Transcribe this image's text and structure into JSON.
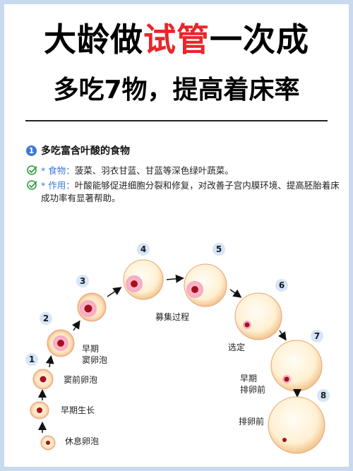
{
  "header": {
    "title_part1": "大龄做",
    "title_highlight": "试管",
    "title_part2": "一次成",
    "subtitle": "多吃7物，提高着床率"
  },
  "section": {
    "number": "1",
    "heading": "多吃富含叶酸的食物",
    "bullets": [
      {
        "tag": "* 食物：",
        "text": "菠菜、羽衣甘蓝、甘蓝等深色绿叶蔬菜。"
      },
      {
        "tag": "* 作用：",
        "text_line1": "叶酸能够促进细胞分裂和修复，对改善子宫内膜环境、提高胚胎着床",
        "text_line2": "成功率有显著帮助。"
      }
    ]
  },
  "diagram": {
    "stages": [
      "1",
      "2",
      "3",
      "4",
      "5",
      "6",
      "7",
      "8"
    ],
    "labels": {
      "resting": "休息卵泡",
      "early_growth": "早期生长",
      "preantral": "窦前卵泡",
      "early_antral_1": "早期",
      "early_antral_2": "窦卵泡",
      "recruitment": "募集过程",
      "selection": "选定",
      "preovulatory_early_1": "早期",
      "preovulatory_early_2": "排卵前",
      "preovulatory": "排卵前"
    }
  },
  "colors": {
    "highlight": "#e8262b",
    "accent": "#3b78d8",
    "badge_bg": "#d6e6f8",
    "check": "#2e9e3e"
  }
}
